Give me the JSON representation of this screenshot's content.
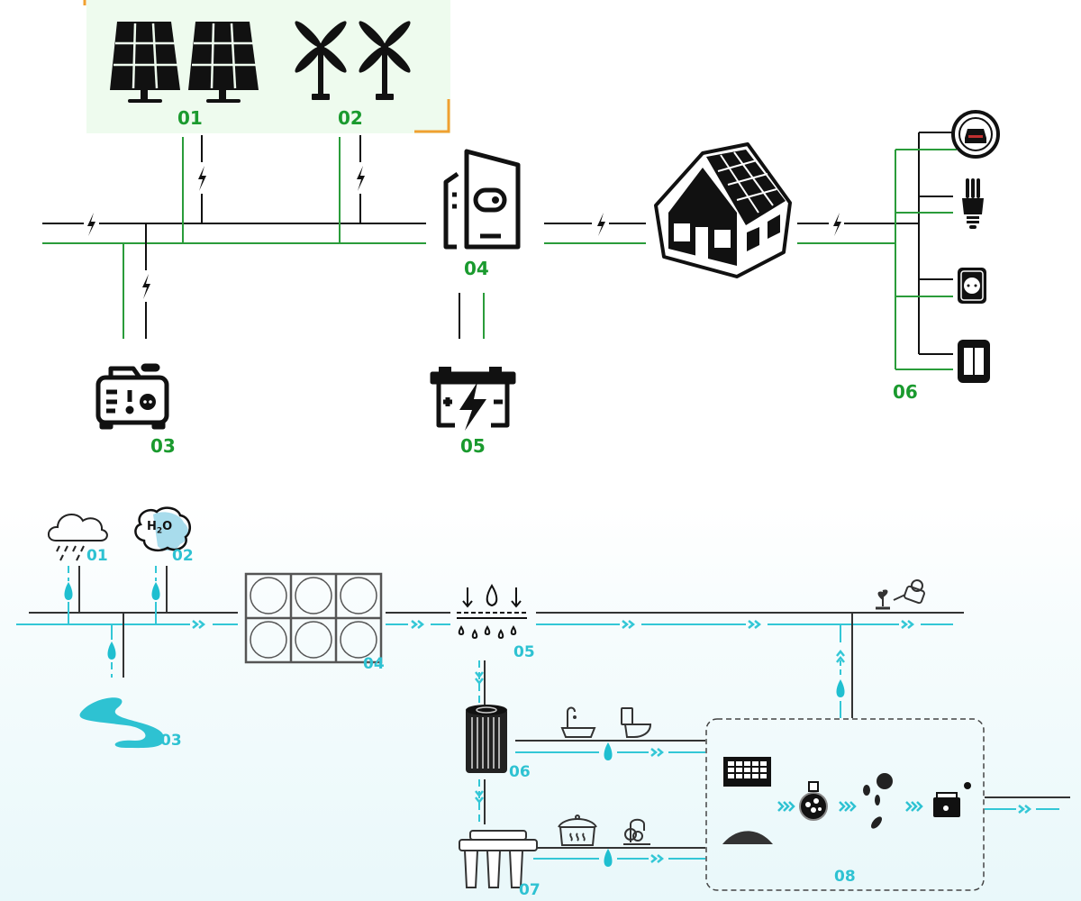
{
  "colors": {
    "power_line": "#111111",
    "green_line": "#2a9c3a",
    "label_green": "#1a9a2e",
    "water_line": "#33c7d6",
    "label_cyan": "#2ec2d2",
    "panel_bg": "#eefbee",
    "panel_corner": "#f0a030"
  },
  "energy": {
    "nodes": [
      {
        "id": "01",
        "label": "01",
        "icon": "solar-panel-icon"
      },
      {
        "id": "02",
        "label": "02",
        "icon": "wind-turbine-icon"
      },
      {
        "id": "03",
        "label": "03",
        "icon": "generator-icon"
      },
      {
        "id": "04",
        "label": "04",
        "icon": "inverter-icon"
      },
      {
        "id": "05",
        "label": "05",
        "icon": "battery-icon"
      },
      {
        "id": "06",
        "label": "06",
        "icon": "appliances-icon"
      }
    ],
    "house_icon": "solar-house-icon",
    "loads": [
      "car-charger-icon",
      "light-bulb-icon",
      "power-socket-icon",
      "light-switch-icon"
    ]
  },
  "water": {
    "nodes": [
      {
        "id": "01",
        "label": "01",
        "icon": "rain-cloud-icon"
      },
      {
        "id": "02",
        "label": "02",
        "icon": "h2o-cloud-icon",
        "text": "H2O"
      },
      {
        "id": "03",
        "label": "03",
        "icon": "river-icon"
      },
      {
        "id": "04",
        "label": "04",
        "icon": "water-tank-icon"
      },
      {
        "id": "05",
        "label": "05",
        "icon": "filtration-icon"
      },
      {
        "id": "06",
        "label": "06",
        "icon": "cartridge-filter-icon"
      },
      {
        "id": "07",
        "label": "07",
        "icon": "ro-filter-icon"
      },
      {
        "id": "08",
        "label": "08",
        "icon": "wastewater-treatment-icon"
      }
    ],
    "uses": {
      "irrigation": "plant-watering-icon",
      "grey_water": [
        "bathtub-icon",
        "toilet-icon"
      ],
      "potable": [
        "cooking-pot-icon",
        "dish-washing-icon"
      ]
    },
    "treatment_steps": [
      "screen-grid-icon",
      "sediment-pile-icon",
      "flask-icon",
      "microbes-icon",
      "uv-disinfection-icon"
    ],
    "flow_arrow": "»"
  }
}
